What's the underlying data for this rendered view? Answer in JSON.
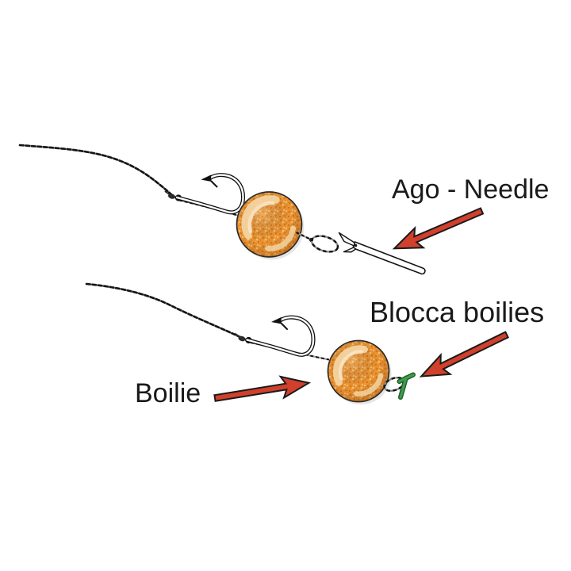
{
  "labels": {
    "needle_label": "Ago - Needle",
    "stop_label": "Blocca boilies",
    "boilie_label": "Boilie"
  },
  "colors": {
    "background": "#ffffff",
    "text": "#1a1a1a",
    "arrow_fill": "#d0402c",
    "arrow_outline": "#1a1a1a",
    "boilie_base": "#ec9434",
    "boilie_outline": "#2b2b2b",
    "boilie_highlight": "#f3d3a0",
    "boilie_highlight_bright": "#f9e6c6",
    "line_color": "#151515",
    "line_base": "#9b9b9b",
    "hook_fill": "#ffffff",
    "hook_outline": "#111111",
    "needle_fill": "#ffffff",
    "stop_green": "#3f9a4d",
    "stop_green_dark": "#1d5c28"
  }
}
